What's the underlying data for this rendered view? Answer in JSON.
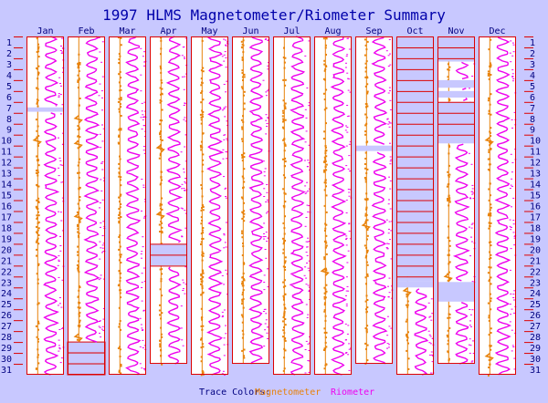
{
  "chart_data": {
    "type": "strip",
    "title": "1997 HLMS Magnetometer/Riometer Summary",
    "months": [
      "Jan",
      "Feb",
      "Mar",
      "Apr",
      "May",
      "Jun",
      "Jul",
      "Aug",
      "Sep",
      "Oct",
      "Nov",
      "Dec"
    ],
    "month_days": [
      31,
      28,
      31,
      30,
      31,
      30,
      31,
      31,
      30,
      31,
      30,
      31
    ],
    "day_labels": [
      "1",
      "2",
      "3",
      "4",
      "5",
      "6",
      "7",
      "8",
      "9",
      "10",
      "11",
      "12",
      "13",
      "14",
      "15",
      "16",
      "17",
      "18",
      "19",
      "20",
      "21",
      "22",
      "23",
      "24",
      "25",
      "26",
      "27",
      "28",
      "29",
      "30",
      "31"
    ],
    "series": [
      {
        "name": "Magnetometer",
        "color": "#e8820a"
      },
      {
        "name": "Riometer",
        "color": "#ee00ee"
      }
    ],
    "data_gaps": {
      "Jan": [
        [
          7.5,
          7.9
        ]
      ],
      "Feb": [],
      "Mar": [],
      "Apr": [
        [
          20,
          22
        ]
      ],
      "May": [],
      "Jun": [],
      "Jul": [],
      "Aug": [],
      "Sep": [
        [
          11,
          11.5
        ]
      ],
      "Oct": [
        [
          1,
          23
        ],
        [
          23,
          23.4
        ],
        [
          23.4,
          24
        ]
      ],
      "Nov": [
        [
          1,
          3.3
        ],
        [
          5,
          5.7
        ],
        [
          6,
          6.6
        ],
        [
          7,
          10.8
        ],
        [
          23.5,
          25.3
        ]
      ],
      "Dec": []
    },
    "missing_days": {
      "Feb": [
        29,
        30,
        31
      ]
    },
    "magnetometer_excursions": {
      "Jan": [
        10.5
      ],
      "Feb": [
        8.5,
        10.8,
        17.5,
        28.5
      ],
      "Apr": [
        11.2,
        17.3
      ],
      "Aug": [
        22.5
      ],
      "Sep": [
        18.3
      ],
      "Oct": [
        24.3
      ],
      "Nov": [
        23.0
      ],
      "Dec": [
        10.5,
        30.3
      ]
    }
  },
  "legend": {
    "caption": "Trace Colors:",
    "magnetometer_label": "Magnetometer",
    "riometer_label": "Riometer"
  },
  "colors": {
    "background": "#c8c8ff",
    "panel": "#ffffff",
    "frame": "#dd0000",
    "title": "#0000aa",
    "labels": "#000080",
    "gap": "#c8c8ff",
    "magnetometer": "#e8820a",
    "riometer": "#ee00ee"
  }
}
